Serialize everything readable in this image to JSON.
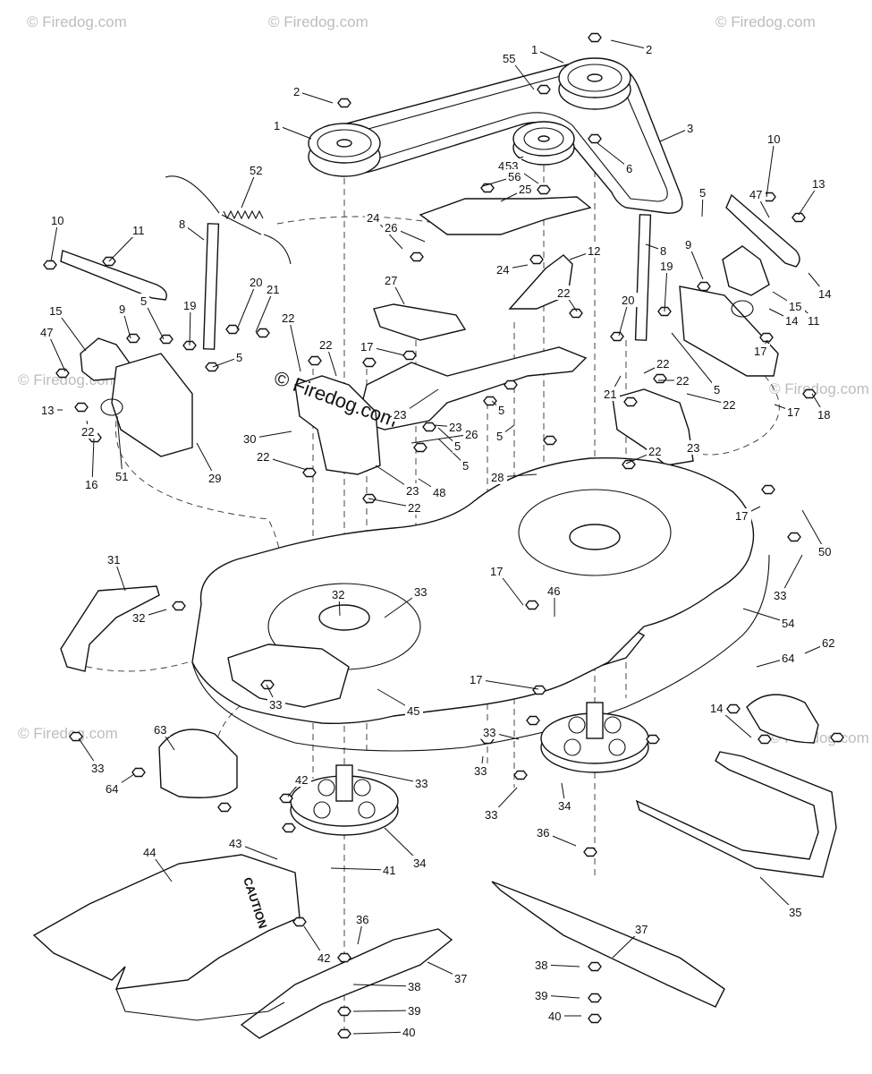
{
  "diagram": {
    "watermark_main": "© Firedog.com",
    "watermark_faint": "© Firedog.com",
    "caution_label": "CAUTION",
    "callouts": [
      "1",
      "1",
      "2",
      "2",
      "3",
      "4",
      "55",
      "53",
      "6",
      "56",
      "25",
      "52",
      "26",
      "24",
      "24",
      "27",
      "12",
      "8",
      "8",
      "10",
      "10",
      "11",
      "11",
      "13",
      "13",
      "47",
      "47",
      "15",
      "15",
      "9",
      "9",
      "5",
      "5",
      "5",
      "5",
      "5",
      "5",
      "5",
      "5",
      "19",
      "19",
      "20",
      "20",
      "21",
      "21",
      "22",
      "22",
      "22",
      "22",
      "22",
      "22",
      "22",
      "22",
      "22",
      "22",
      "14",
      "14",
      "16",
      "17",
      "17",
      "17",
      "17",
      "17",
      "17",
      "18",
      "51",
      "29",
      "30",
      "23",
      "23",
      "23",
      "23",
      "28",
      "26",
      "48",
      "50",
      "31",
      "32",
      "32",
      "33",
      "33",
      "33",
      "33",
      "33",
      "33",
      "33",
      "33",
      "46",
      "54",
      "45",
      "62",
      "64",
      "64",
      "63",
      "14",
      "34",
      "34",
      "35",
      "36",
      "36",
      "37",
      "37",
      "38",
      "38",
      "39",
      "39",
      "40",
      "40",
      "41",
      "42",
      "42",
      "43",
      "44"
    ]
  }
}
